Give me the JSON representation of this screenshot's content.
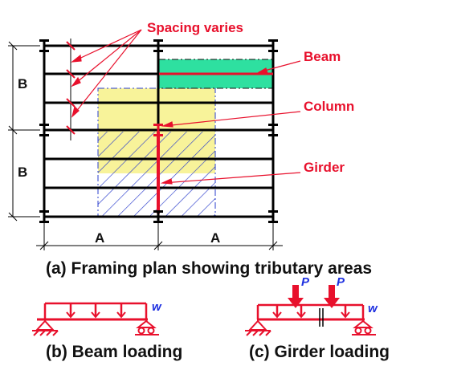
{
  "labels": {
    "spacing_varies": "Spacing varies",
    "beam": "Beam",
    "column": "Column",
    "girder": "Girder",
    "dim_b": "B",
    "dim_a": "A"
  },
  "captions": {
    "a": "(a) Framing plan showing tributary areas",
    "b": "(b) Beam loading",
    "c": "(c) Girder loading"
  },
  "load_symbols": {
    "distributed": "w",
    "point": "P"
  },
  "colors": {
    "annotation_red": "#e8102c",
    "beam_area_green": "#2ee0a0",
    "column_area_yellow": "#f8f39a",
    "hatch_blue": "#2a3ccc",
    "load_label_blue": "#1d2fe0",
    "member_black": "#000000"
  }
}
